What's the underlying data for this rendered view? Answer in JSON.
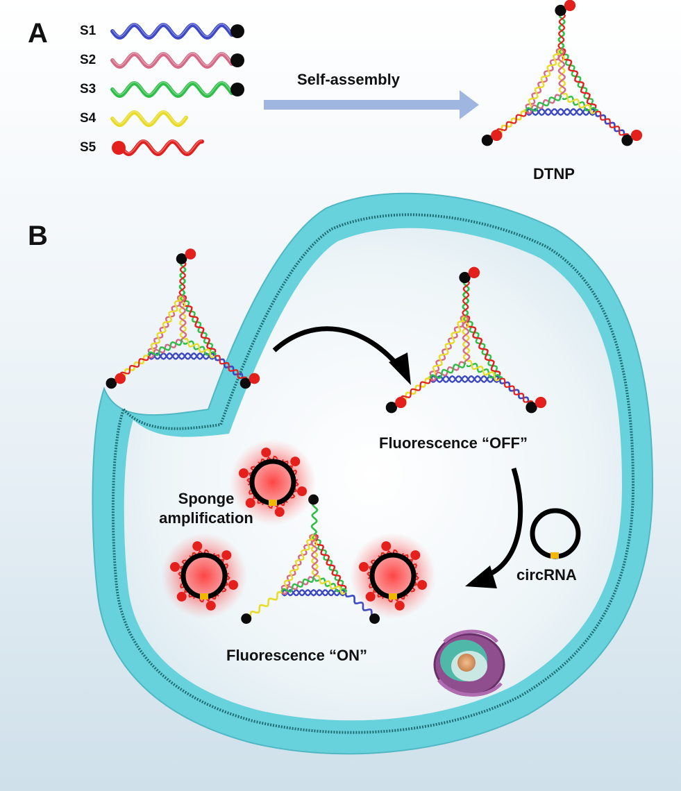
{
  "panel_a": {
    "letter": "A",
    "strands": [
      {
        "label": "S1",
        "color": "#3d49c4"
      },
      {
        "label": "S2",
        "color": "#d46a86"
      },
      {
        "label": "S3",
        "color": "#2fbf48"
      },
      {
        "label": "S4",
        "color": "#e8dc2a"
      },
      {
        "label": "S5",
        "color": "#e0201e"
      }
    ],
    "arrow_label": "Self-assembly",
    "product_label": "DTNP"
  },
  "panel_b": {
    "letter": "B",
    "off_label": "Fluorescence “OFF”",
    "target_label": "circRNA",
    "sponge_label_line1": "Sponge",
    "sponge_label_line2": "amplification",
    "on_label": "Fluorescence “ON”"
  },
  "colors": {
    "membrane": "#68d2dc",
    "membrane_dark": "#1f6e76",
    "quencher": "#0b0b0b",
    "fluorophore": "#e3201c",
    "arrow": "#8fa8d8"
  }
}
